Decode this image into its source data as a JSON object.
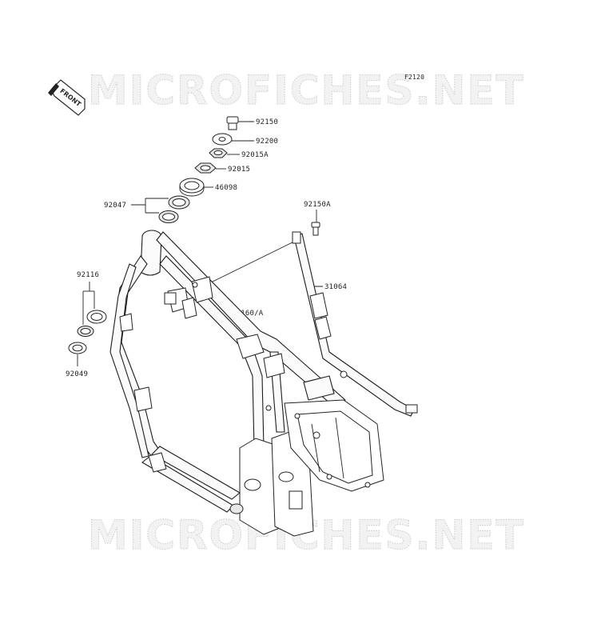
{
  "figure_code": "F2120",
  "watermark": "MICROFICHES.NET",
  "front_marker": "FRONT",
  "parts": [
    {
      "id": "p-92150",
      "label": "92150"
    },
    {
      "id": "p-92200",
      "label": "92200"
    },
    {
      "id": "p-92015A",
      "label": "92015A"
    },
    {
      "id": "p-92015",
      "label": "92015"
    },
    {
      "id": "p-46098",
      "label": "46098"
    },
    {
      "id": "p-92047",
      "label": "92047"
    },
    {
      "id": "p-92150A",
      "label": "92150A"
    },
    {
      "id": "p-31064",
      "label": "31064"
    },
    {
      "id": "p-32160A",
      "label": "32160/A"
    },
    {
      "id": "p-92116",
      "label": "92116"
    },
    {
      "id": "p-92049",
      "label": "92049"
    }
  ]
}
